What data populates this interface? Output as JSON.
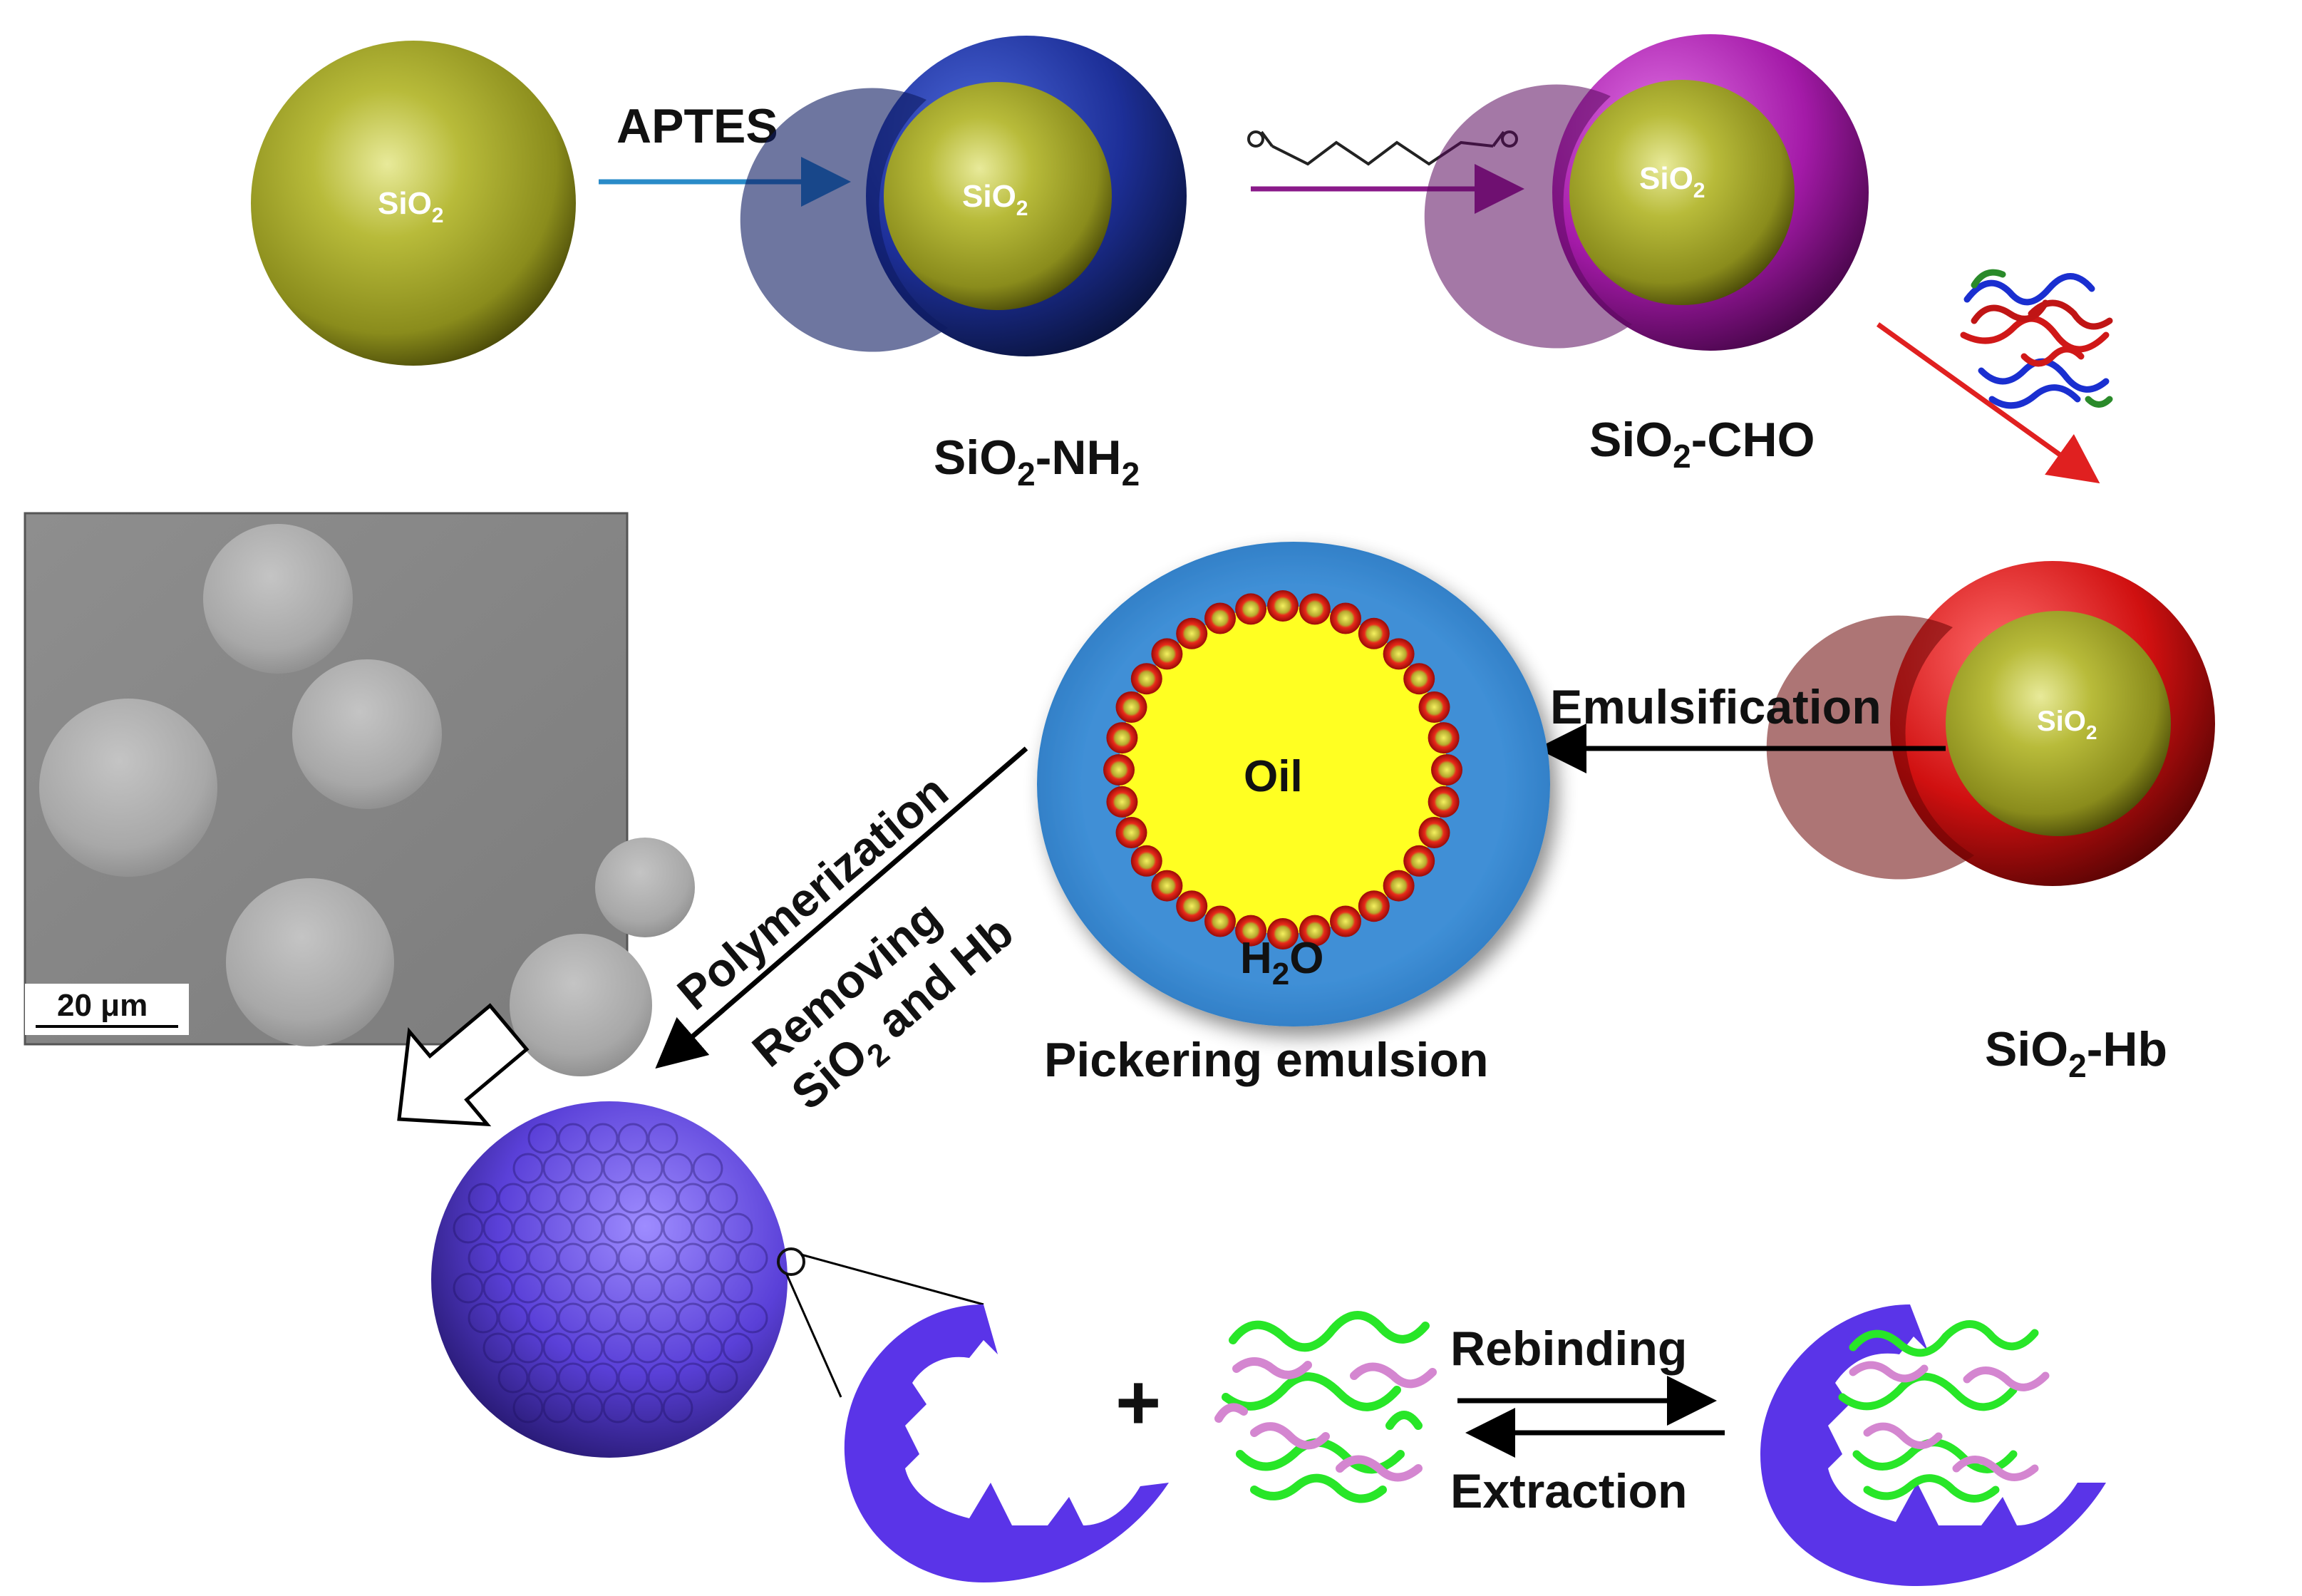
{
  "steps": {
    "aptes": "APTES",
    "emulsification": "Emulsification",
    "polymerization": "Polymerization",
    "removing_line1": "Removing",
    "removing_line2_a": "SiO",
    "removing_line2_sub": "2",
    "removing_line2_b": " and Hb",
    "rebinding": "Rebinding",
    "extraction": "Extraction",
    "plus": "+"
  },
  "particles": {
    "core_main": "SiO",
    "core_sub": "2",
    "amine_a": "SiO",
    "amine_sub1": "2",
    "amine_b": "-NH",
    "amine_sub2": "2",
    "aldehyde_a": "SiO",
    "aldehyde_sub": "2",
    "aldehyde_b": "-CHO",
    "hb_a": "SiO",
    "hb_sub": "2",
    "hb_b": "-Hb"
  },
  "emulsion": {
    "oil": "Oil",
    "water_a": "H",
    "water_sub": "2",
    "water_b": "O",
    "caption": "Pickering emulsion"
  },
  "sem": {
    "scale_bar": "20 μm"
  },
  "colors": {
    "silica": "#a6a92c",
    "amine_shell": "#1c2e8c",
    "aldehyde_shell": "#a519a8",
    "hb_shell": "#d01414",
    "water": "#3f8fd6",
    "oil": "#ffff22",
    "mip": "#5a3fd8",
    "arrow_aptes": "#2a8bc8",
    "arrow_aldehyde": "#8a1a8a",
    "arrow_protein": "#e02020"
  }
}
